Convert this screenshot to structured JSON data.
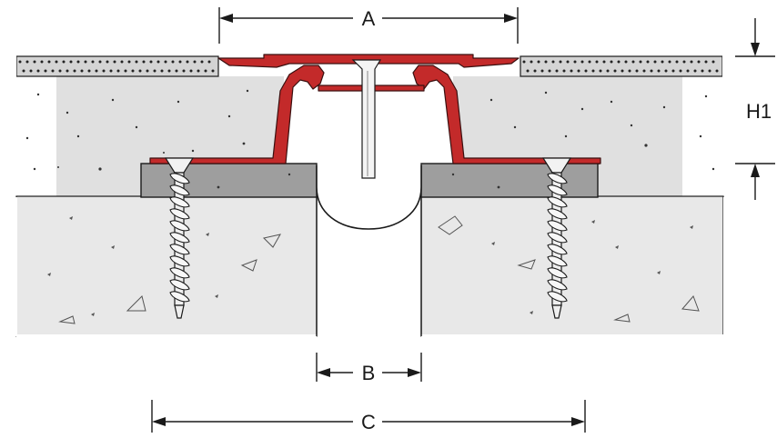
{
  "labels": {
    "a": "A",
    "b": "B",
    "c": "C",
    "h1": "H1"
  },
  "colors": {
    "profile_red": "#c32a2a",
    "profile_outline": "#3a1010",
    "concrete_light": "#e0e0e0",
    "slab_fill": "#e8e8e8",
    "bedding_grey": "#9e9e9e",
    "tile_fill": "#d4d4d4",
    "line": "#1a1a1a"
  }
}
